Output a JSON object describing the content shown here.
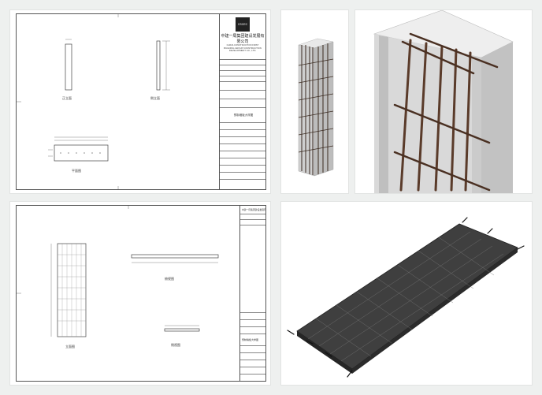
{
  "sheet1": {
    "company_cn": "中建一局集团建设发展有限公司",
    "company_en": "CHINA CONSTRUCTION FIRST BUILDING GROUP CONSTRUCTION DEVELOPMENT CO., LTD.",
    "logo_text": "CSCEC",
    "view_front": "正立面",
    "view_side": "侧立面",
    "view_plan": "平面图",
    "title_block_center": "预制墙板大样图"
  },
  "sheet2": {
    "company_cn": "中建一局集团建设发展有限公司",
    "view_elev": "立面图",
    "view_top": "俯视图",
    "view_side": "侧视图",
    "title_block_center": "预制墙板大样图"
  },
  "colors": {
    "background": "#eef0ef",
    "panel": "#ffffff",
    "rebar": "#5a3b2a",
    "concrete": "#d4d4d4",
    "slab": "#3c3c3c"
  }
}
